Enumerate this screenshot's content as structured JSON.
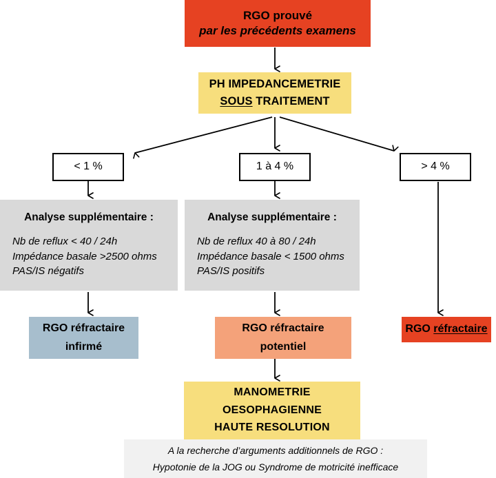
{
  "diagram": {
    "title": "Algorithme RGO prouve - pH impedancemetrie sous traitement",
    "colors": {
      "red": "#E64222",
      "yellow": "#F7DE7D",
      "blue_grey": "#A7BECD",
      "salmon": "#F4A27A",
      "grey": "#D9D9D9",
      "grey_footer": "#F1F1F1",
      "stroke": "#000000"
    }
  },
  "nodes": {
    "rgo_prouve": {
      "line1": "RGO prouvé",
      "line2": "par les précédents examens"
    },
    "ph_impedancemetrie": {
      "line1": "PH IMPEDANCEMETRIE",
      "line2_underlined": "SOUS",
      "line2_rest": " TRAITEMENT"
    },
    "pct_low": {
      "label": "< 1 %"
    },
    "pct_mid": {
      "label": "1 à 4 %"
    },
    "pct_high": {
      "label": "> 4 %"
    },
    "analysis_left": {
      "heading": "Analyse supplémentaire :",
      "lines": [
        "Nb de reflux < 40 / 24h",
        "Impédance basale >2500 ohms",
        "PAS/IS négatifs"
      ]
    },
    "analysis_mid": {
      "heading": "Analyse supplémentaire :",
      "lines": [
        "Nb de reflux 40 à 80 / 24h",
        "Impédance basale < 1500 ohms",
        "PAS/IS positifs"
      ]
    },
    "result_infirme": {
      "line1": "RGO réfractaire",
      "line2": "infirmé"
    },
    "result_potentiel": {
      "line1": "RGO réfractaire",
      "line2": "potentiel"
    },
    "result_refractaire": {
      "prefix": "RGO ",
      "underlined": "réfractaire"
    },
    "manometrie": {
      "line1": "MANOMETRIE",
      "line2": "OESOPHAGIENNE",
      "line3": "HAUTE RESOLUTION"
    },
    "footer": {
      "line1": "A la recherche d’arguments additionnels de RGO :",
      "line2": "Hypotonie de la JOG ou Syndrome de motricité inefficace"
    }
  }
}
